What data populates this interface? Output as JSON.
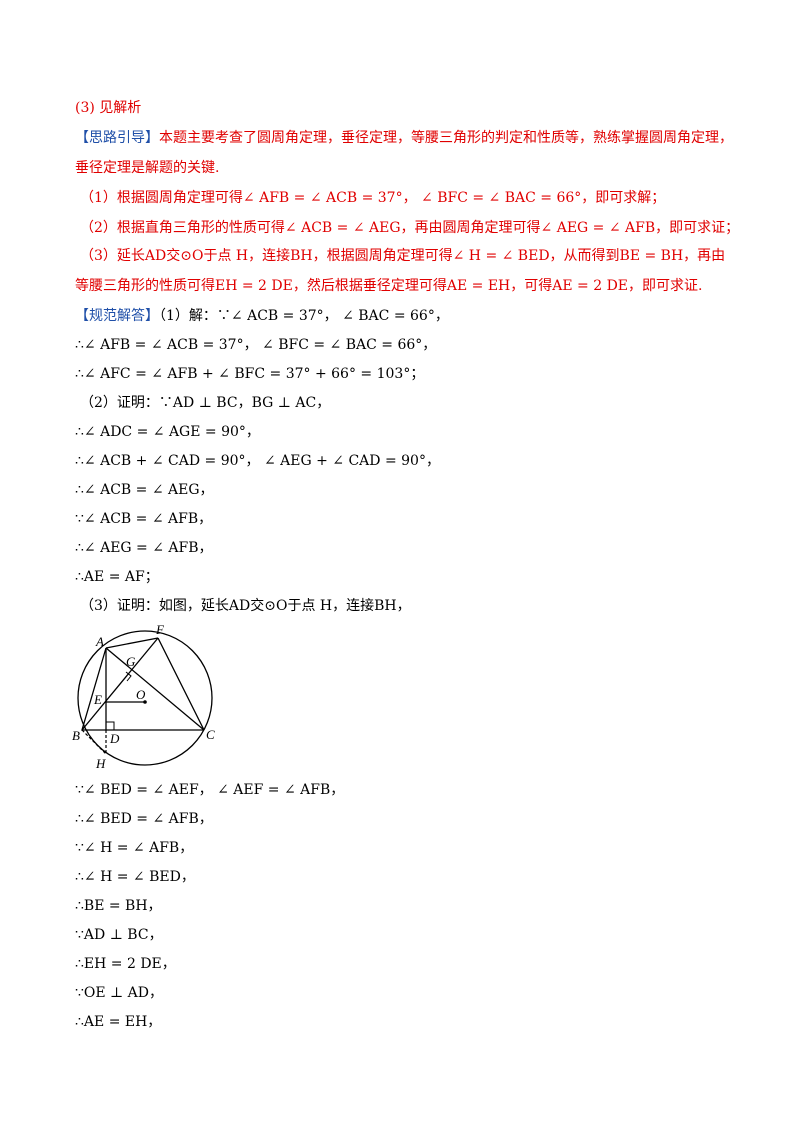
{
  "lines_top": [
    {
      "id": "l1",
      "color": "red",
      "text": "(3) 见解析"
    },
    {
      "id": "l2",
      "color": "red",
      "tag": "【思路引导】",
      "text": "本题主要考查了圆周角定理，垂径定理，等腰三角形的判定和性质等，熟练掌握圆周角定理，"
    },
    {
      "id": "l3",
      "color": "red",
      "text": "垂径定理是解题的关键."
    },
    {
      "id": "l4",
      "color": "red",
      "text": "（1）根据圆周角定理可得∠ AFB = ∠ ACB = 37°， ∠ BFC = ∠ BAC = 66°，即可求解；"
    },
    {
      "id": "l5",
      "color": "red",
      "text": "（2）根据直角三角形的性质可得∠ ACB = ∠ AEG，再由圆周角定理可得∠ AEG = ∠ AFB，即可求证；"
    },
    {
      "id": "l6",
      "color": "red",
      "text": "（3）延长AD交⊙O于点 H，连接BH，根据圆周角定理可得∠ H = ∠ BED，从而得到BE = BH，再由"
    },
    {
      "id": "l7",
      "color": "red",
      "text": "等腰三角形的性质可得EH = 2 DE，然后根据垂径定理可得AE = EH，可得AE = 2 DE，即可求证."
    }
  ],
  "solution_tag": "【规范解答】",
  "solution_first": "（1）解：∵∠ ACB = 37°， ∠ BAC = 66°，",
  "lines_solution": [
    {
      "id": "s2",
      "text": "∴∠ AFB = ∠ ACB = 37°， ∠ BFC = ∠ BAC = 66°，"
    },
    {
      "id": "s3",
      "text": "∴∠ AFC = ∠ AFB + ∠ BFC = 37° + 66° = 103°；"
    },
    {
      "id": "s4",
      "text": "（2）证明：∵AD ⊥ BC，BG ⊥ AC，"
    },
    {
      "id": "s5",
      "text": "∴∠ ADC = ∠ AGE = 90°，"
    },
    {
      "id": "s6",
      "text": "∴∠ ACB + ∠ CAD = 90°， ∠ AEG + ∠ CAD = 90°，"
    },
    {
      "id": "s7",
      "text": "∴∠ ACB = ∠ AEG，"
    },
    {
      "id": "s8",
      "text": "∵∠ ACB = ∠ AFB，"
    },
    {
      "id": "s9",
      "text": "∴∠ AEG = ∠ AFB，"
    },
    {
      "id": "s10",
      "text": "∴AE = AF；"
    },
    {
      "id": "s11",
      "text": "（3）证明：如图，延长AD交⊙O于点 H，连接BH，"
    }
  ],
  "figure_labels": {
    "A": "A",
    "B": "B",
    "C": "C",
    "D": "D",
    "E": "E",
    "F": "F",
    "G": "G",
    "H": "H",
    "O": "O"
  },
  "lines_bottom": [
    {
      "id": "b1",
      "text": "∵∠ BED = ∠ AEF， ∠ AEF = ∠ AFB，"
    },
    {
      "id": "b2",
      "text": "∴∠ BED = ∠ AFB，"
    },
    {
      "id": "b3",
      "text": "∵∠ H = ∠ AFB，"
    },
    {
      "id": "b4",
      "text": "∴∠ H = ∠ BED，"
    },
    {
      "id": "b5",
      "text": "∴BE = BH，"
    },
    {
      "id": "b6",
      "text": "∵AD ⊥ BC，"
    },
    {
      "id": "b7",
      "text": "∴EH = 2 DE，"
    },
    {
      "id": "b8",
      "text": "∵OE ⊥ AD，"
    },
    {
      "id": "b9",
      "text": "∴AE = EH，"
    }
  ]
}
